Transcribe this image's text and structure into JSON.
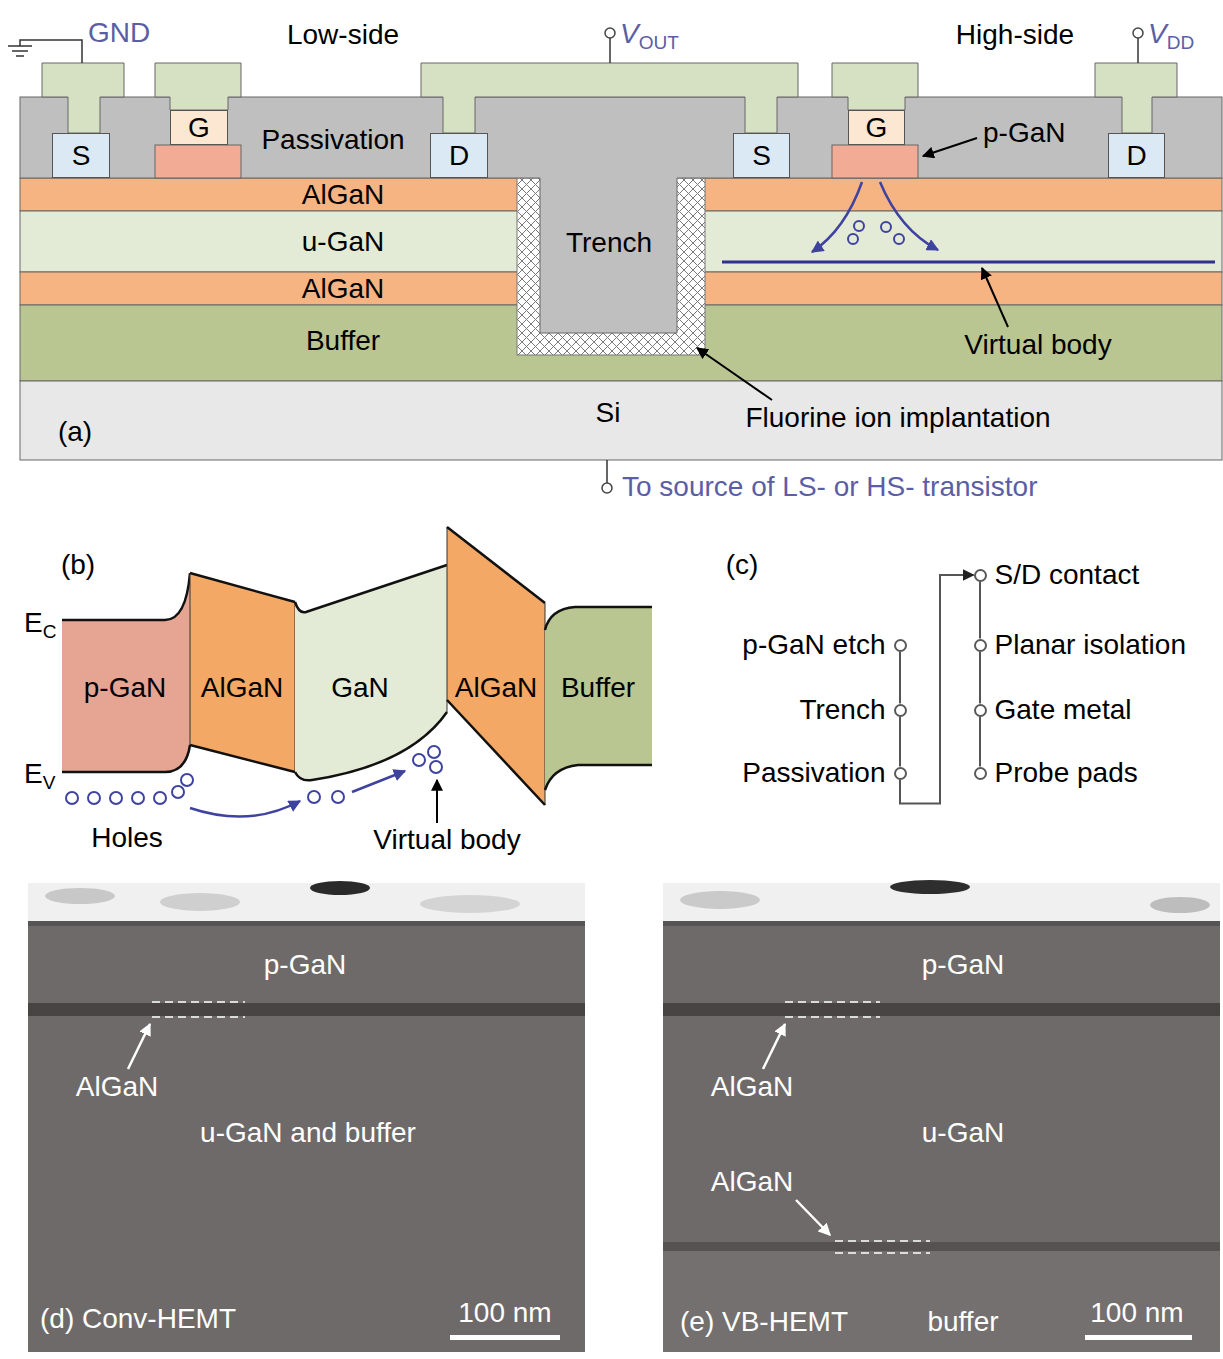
{
  "diagram": {
    "nodes": [
      {
        "text": [
          "S"
        ]
      },
      {
        "text": [
          "G"
        ]
      },
      {
        "text": [
          "D"
        ]
      },
      {
        "text": [
          "S"
        ]
      },
      {
        "text": [
          "G"
        ]
      },
      {
        "text": [
          "D"
        ]
      },
      {
        "text": [
          "AlGaN"
        ]
      },
      {
        "text": [
          "u-GaN"
        ]
      },
      {
        "text": [
          "Trench"
        ]
      },
      {
        "text": [
          "AlGaN"
        ]
      },
      {
        "text": [
          "Buffer"
        ]
      },
      {
        "text": [
          "Si"
        ]
      },
      {
        "text": [
          "p-GaN"
        ]
      },
      {
        "text": [
          "AlGaN"
        ]
      },
      {
        "text": [
          "GaN"
        ]
      },
      {
        "text": [
          "AlGaN"
        ]
      },
      {
        "text": [
          "Buffer"
        ]
      },
      {
        "text": [
          "p-GaN etch"
        ]
      },
      {
        "text": [
          "Trench"
        ]
      },
      {
        "text": [
          "Passivation"
        ]
      },
      {
        "text": [
          "S/D contact"
        ]
      },
      {
        "text": [
          "Planar isolation"
        ]
      },
      {
        "text": [
          "Gate metal"
        ]
      },
      {
        "text": [
          "Probe pads"
        ]
      }
    ],
    "edges": [
      {
        "from": 17,
        "to": 18,
        "arrow": "none"
      },
      {
        "from": 18,
        "to": 19,
        "arrow": "none"
      },
      {
        "from": 19,
        "to": 20,
        "arrow": "to"
      },
      {
        "from": 20,
        "to": 21,
        "arrow": "none"
      },
      {
        "from": 21,
        "to": 22,
        "arrow": "none"
      },
      {
        "from": 22,
        "to": 23,
        "arrow": "none"
      }
    ],
    "labels": [
      "GND",
      "Low-side",
      "VOUT",
      "High-side",
      "VDD",
      "Passivation",
      "p-GaN",
      "Virtual body",
      "Fluorine ion implantation",
      "(a)",
      "To source of LS- or HS- transistor",
      "(b)",
      "EC",
      "EV",
      "Holes",
      "Virtual body",
      "(c)",
      "p-GaN",
      "AlGaN",
      "u-GaN and buffer",
      "(d) Conv-HEMT",
      "100 nm",
      "p-GaN",
      "AlGaN",
      "u-GaN",
      "AlGaN",
      "(e) VB-HEMT",
      "buffer",
      "100 nm"
    ]
  }
}
